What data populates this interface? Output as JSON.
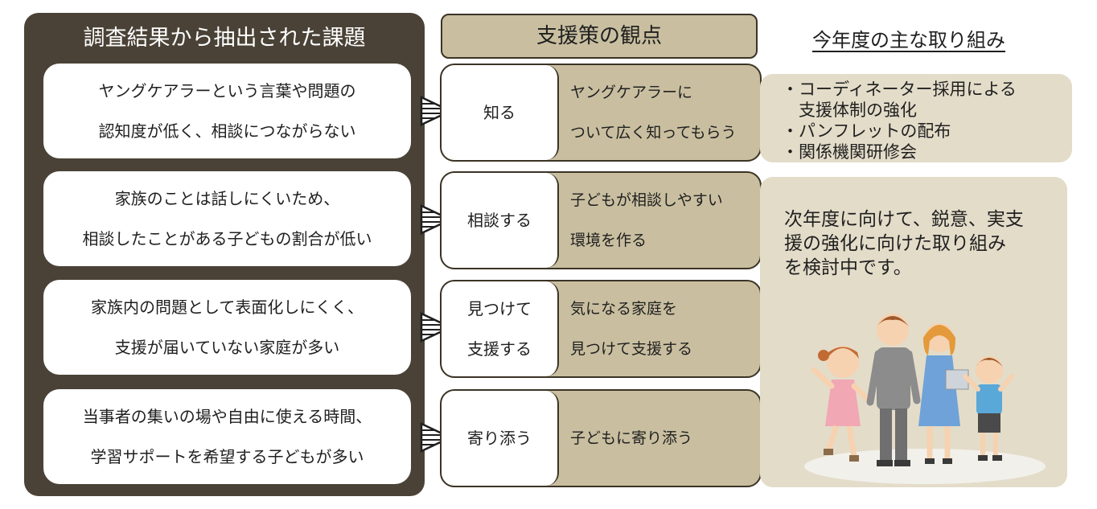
{
  "issues": {
    "title": "調査結果から抽出された課題",
    "items": [
      {
        "line1": "ヤングケアラーという言葉や問題の",
        "line2": "認知度が低く、相談につながらない"
      },
      {
        "line1": "家族のことは話しにくいため、",
        "line2": "相談したことがある子どもの割合が低い"
      },
      {
        "line1": "家族内の問題として表面化しにくく、",
        "line2": "支援が届いていない家庭が多い"
      },
      {
        "line1": "当事者の集いの場や自由に使える時間、",
        "line2": "学習サポートを希望する子どもが多い"
      }
    ]
  },
  "perspectives": {
    "title": "支援策の観点",
    "items": [
      {
        "key1": "知る",
        "key2": "",
        "val1": "ヤングケアラーに",
        "val2": "ついて広く知ってもらう"
      },
      {
        "key1": "相談する",
        "key2": "",
        "val1": "子どもが相談しやすい",
        "val2": "環境を作る"
      },
      {
        "key1": "見つけて",
        "key2": "支援する",
        "val1": "気になる家庭を",
        "val2": "見つけて支援する"
      },
      {
        "key1": "寄り添う",
        "key2": "",
        "val1": "子どもに寄り添う",
        "val2": ""
      }
    ]
  },
  "actions": {
    "title": "今年度の主な取り組み",
    "items": [
      "・コーディネーター採用による",
      "　支援体制の強化",
      "・パンフレットの配布",
      "・関係機関研修会"
    ]
  },
  "future": {
    "lines": [
      "次年度に向けて、鋭意、実支",
      "援の強化に向けた取り組み",
      "を検討中です。"
    ]
  },
  "colors": {
    "dark_panel": "#4a4236",
    "tan": "#c9bfa0",
    "light_beige": "#e3dcc9"
  }
}
